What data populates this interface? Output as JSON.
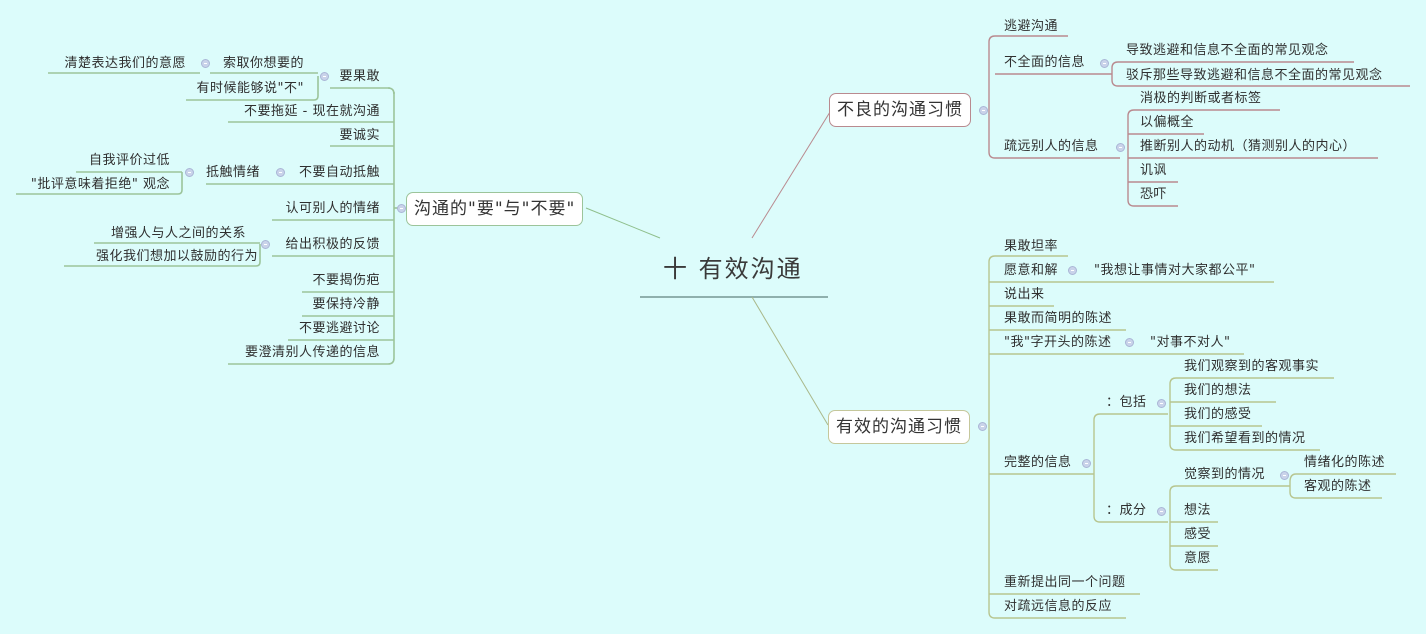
{
  "central": {
    "title": "十 有效沟通"
  },
  "left_branch": {
    "title": "沟通的\"要\"与\"不要\"",
    "items": [
      {
        "label": "要果敢",
        "children": [
          {
            "label": "索取你想要的",
            "children": [
              {
                "label": "清楚表达我们的意愿"
              }
            ]
          },
          {
            "label": "有时候能够说\"不\""
          }
        ]
      },
      {
        "label": "不要拖延 - 现在就沟通"
      },
      {
        "label": "要诚实"
      },
      {
        "label": "不要自动抵触",
        "children": [
          {
            "label": "抵触情绪",
            "children": [
              {
                "label": "自我评价过低"
              },
              {
                "label": "\"批评意味着拒绝\" 观念"
              }
            ]
          }
        ]
      },
      {
        "label": "认可别人的情绪"
      },
      {
        "label": "给出积极的反馈",
        "children": [
          {
            "label": "增强人与人之间的关系"
          },
          {
            "label": "强化我们想加以鼓励的行为"
          }
        ]
      },
      {
        "label": "不要揭伤疤"
      },
      {
        "label": "要保持冷静"
      },
      {
        "label": "不要逃避讨论"
      },
      {
        "label": "要澄清别人传递的信息"
      }
    ]
  },
  "right_top_branch": {
    "title": "不良的沟通习惯",
    "items": [
      {
        "label": "逃避沟通"
      },
      {
        "label": "不全面的信息",
        "children": [
          {
            "label": "导致逃避和信息不全面的常见观念"
          },
          {
            "label": "驳斥那些导致逃避和信息不全面的常见观念"
          }
        ]
      },
      {
        "label": "疏远别人的信息",
        "children": [
          {
            "label": "消极的判断或者标签"
          },
          {
            "label": "以偏概全"
          },
          {
            "label": "推断别人的动机（猜测别人的内心）"
          },
          {
            "label": "讥讽"
          },
          {
            "label": "恐吓"
          }
        ]
      }
    ]
  },
  "right_bottom_branch": {
    "title": "有效的沟通习惯",
    "items": [
      {
        "label": "果敢坦率"
      },
      {
        "label": "愿意和解",
        "children": [
          {
            "label": "\"我想让事情对大家都公平\""
          }
        ]
      },
      {
        "label": "说出来"
      },
      {
        "label": "果敢而简明的陈述"
      },
      {
        "label": "\"我\"字开头的陈述",
        "children": [
          {
            "label": "\"对事不对人\""
          }
        ]
      },
      {
        "label": "完整的信息",
        "children": [
          {
            "label": "：包括",
            "children": [
              {
                "label": "我们观察到的客观事实"
              },
              {
                "label": "我们的想法"
              },
              {
                "label": "我们的感受"
              },
              {
                "label": "我们希望看到的情况"
              }
            ]
          },
          {
            "label": "：成分",
            "children": [
              {
                "label": "觉察到的情况",
                "children": [
                  {
                    "label": "情绪化的陈述"
                  },
                  {
                    "label": "客观的陈述"
                  }
                ]
              },
              {
                "label": "想法"
              },
              {
                "label": "感受"
              },
              {
                "label": "意愿"
              }
            ]
          }
        ]
      },
      {
        "label": "重新提出同一个问题"
      },
      {
        "label": "对疏远信息的反应"
      }
    ]
  },
  "colors": {
    "background": "#dcfcfb",
    "green_branch": "#9cc49a",
    "pink_branch": "#b98a8f",
    "olive_branch": "#c5c79b",
    "central_underline": "#8fb0ad",
    "collapse_icon": "#c9d3ea"
  }
}
